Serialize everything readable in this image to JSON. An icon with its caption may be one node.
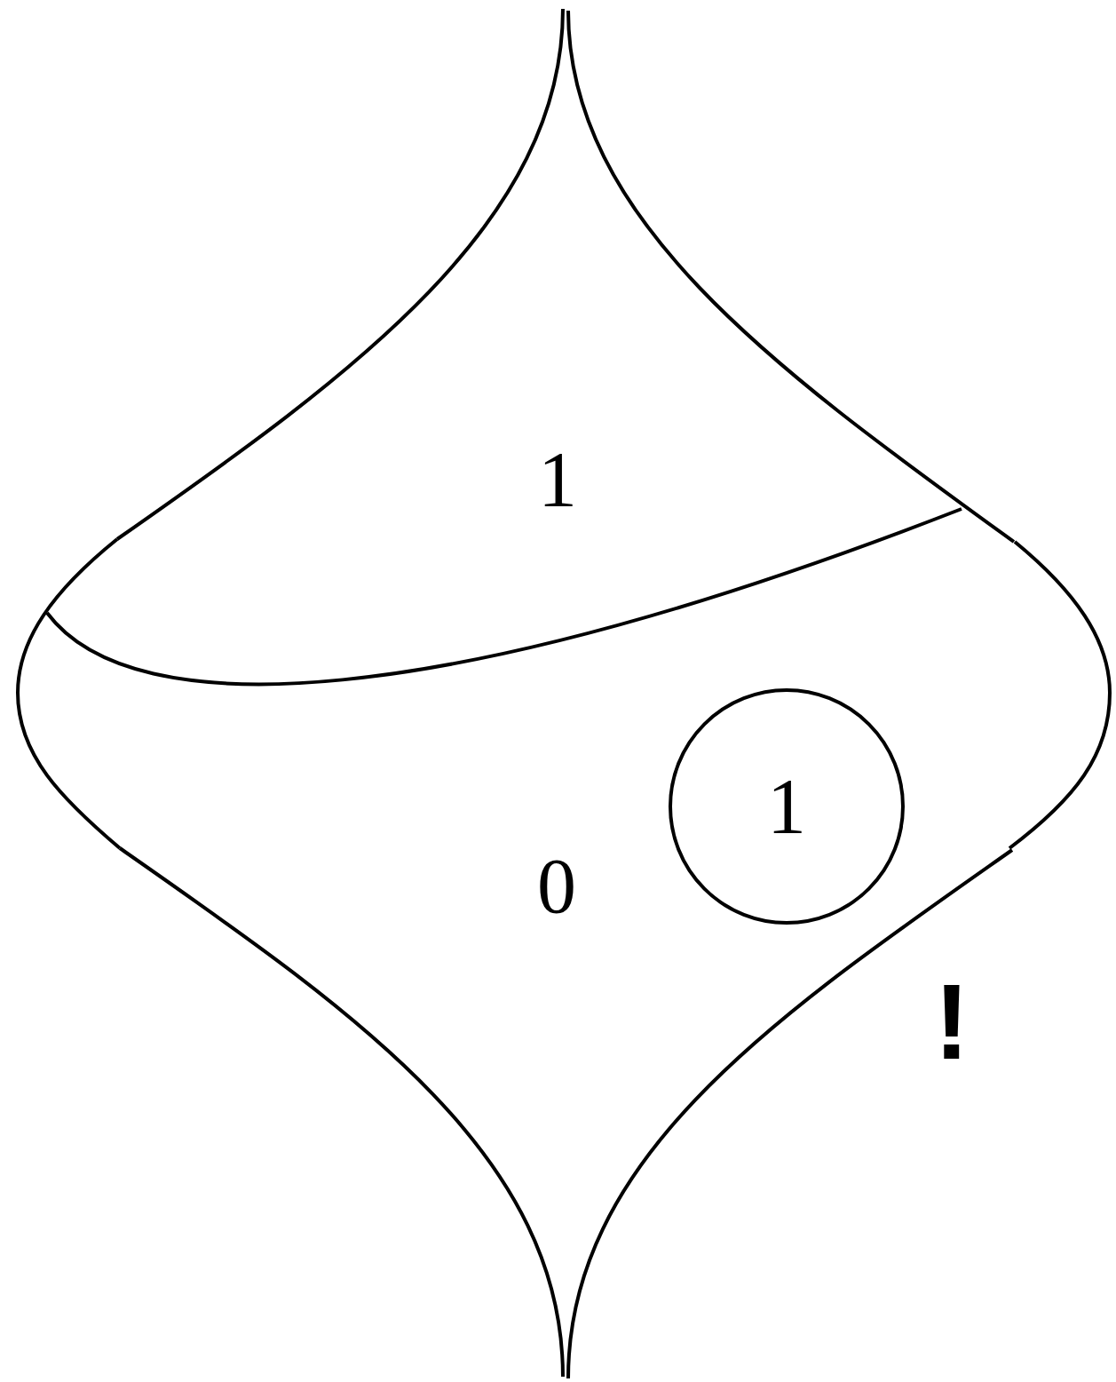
{
  "diagram": {
    "nodes": [
      {
        "text": [
          "1"
        ]
      }
    ],
    "labels": [
      "1",
      "0",
      "!"
    ]
  }
}
